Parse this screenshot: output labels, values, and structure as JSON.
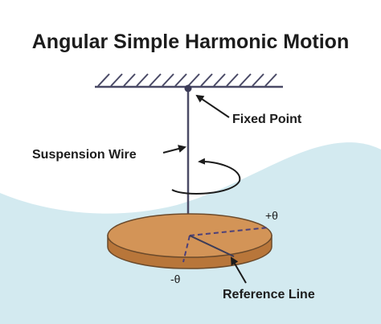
{
  "title": "Angular Simple Harmonic Motion",
  "labels": {
    "fixed_point": "Fixed Point",
    "suspension_wire": "Suspension Wire",
    "reference_line": "Reference Line",
    "plus_theta": "+θ",
    "minus_theta": "-θ"
  },
  "colors": {
    "background": "#ffffff",
    "wave": "#d3eaf0",
    "disc_top": "#d39457",
    "disc_side": "#b8763a",
    "disc_edge": "#6b4a2b",
    "wire": "#4a4a66",
    "text": "#1c1c1c"
  },
  "icons": {
    "support": "hatched-ceiling",
    "rotation": "curved-arrow-icon",
    "pointer": "arrow-icon"
  }
}
